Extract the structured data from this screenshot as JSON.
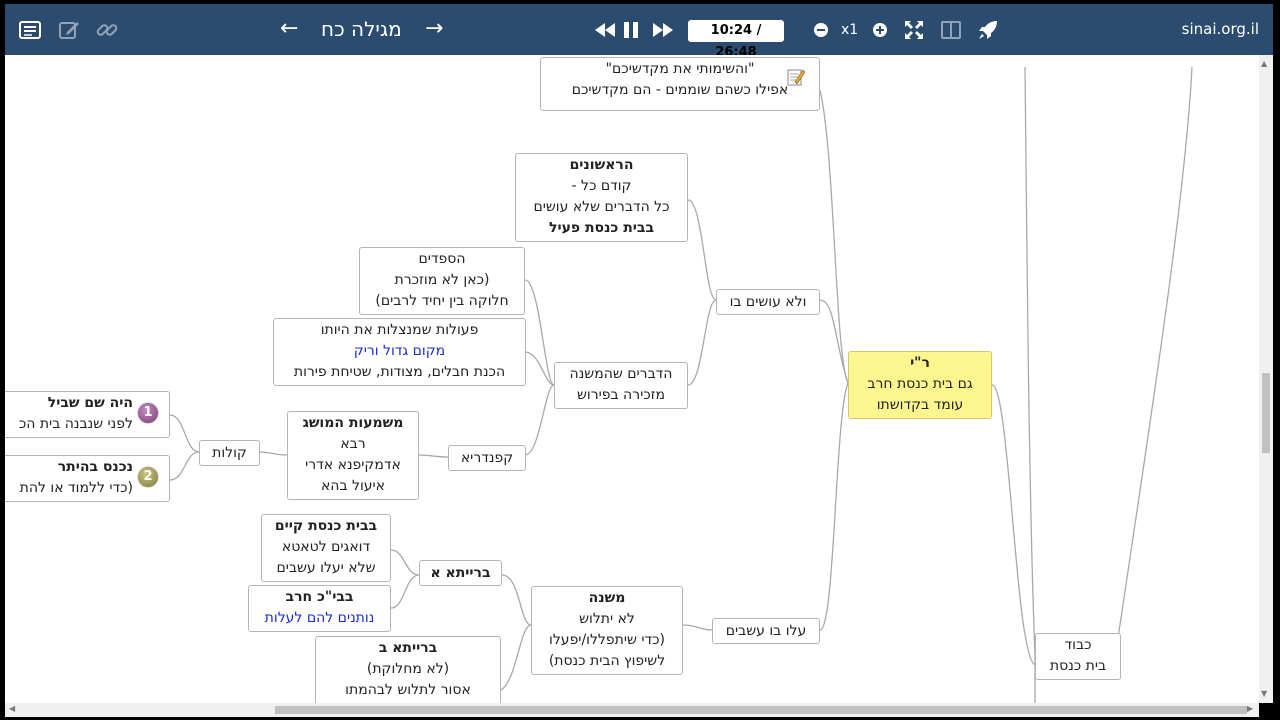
{
  "toolbar": {
    "title": "מגילה כח",
    "prev_arrow": "←",
    "next_arrow": "→",
    "time": "10:24 / 26:48",
    "speed": "x1",
    "site": "sinai.org.il"
  },
  "nodes": {
    "quote": {
      "line1": "\"והשימותי את מקדשיכם\"",
      "line2": "אפילו כשהם שוממים - הם מקדשיכם"
    },
    "rishonim": {
      "line1": "הראשונים",
      "line2": "קודם כל -",
      "line3": "כל הדברים שלא עושים",
      "line4": "בבית כנסת פעיל"
    },
    "hespedim": {
      "line1": "הספדים",
      "line2": "(כאן  לא מוזכרת",
      "line3": "חלוקה בין יחיד לרבים)"
    },
    "peulot": {
      "line1": "פעולות שמנצלות את היותו",
      "line2": "מקום גדול וריק",
      "line3": "הכנת חבלים, מצודות, שטיחת פירות"
    },
    "velo_osim": {
      "line1": "ולא עושים בו"
    },
    "hadvarim": {
      "line1": "הדברים שהמשנה",
      "line2": "מזכירה בפירוש"
    },
    "rebbi": {
      "line1": "ר\"י",
      "line2": "גם בית כנסת חרב",
      "line3": "עומד בקדושתו"
    },
    "haya_sham": {
      "line1": "היה שם שביל",
      "line2": "לפני שנבנה בית הכ"
    },
    "nichnas": {
      "line1": "נכנס בהיתר",
      "line2": "(כדי ללמוד או להת"
    },
    "kolot": {
      "line1": "קולות"
    },
    "mashmaut": {
      "line1": "משמעות המושג",
      "line2": "רבא",
      "line3": "אדמקיפנא אדרי",
      "line4": "איעול בהא"
    },
    "kapandaria": {
      "line1": "קפנדריא"
    },
    "beit_kayam": {
      "line1": "בבית כנסת קיים",
      "line2": "דואגים לטאטא",
      "line3": "שלא יעלו עשבים"
    },
    "baraita_a": {
      "line1": "ברייתא א"
    },
    "bbk_charev": {
      "line1": "בבי\"כ חרב",
      "line2": "נותנים להם לעלות"
    },
    "mishna": {
      "line1": "משנה",
      "line2": "לא יתלוש",
      "line3": "(כדי שיתפללו/יפעלו",
      "line4": "לשיפוץ הבית כנסת)"
    },
    "alu_bo": {
      "line1": "עלו בו עשבים"
    },
    "baraita_b": {
      "line1": "ברייתא ב",
      "line2": "(לא מחלוקת)",
      "line3": "אסור לתלוש לבהמתו"
    },
    "kavod": {
      "line1": "כבוד",
      "line2": "בית כנסת"
    }
  },
  "badges": {
    "one": "1",
    "two": "2"
  },
  "colors": {
    "toolbar": "#2b4c6f",
    "highlight": "#fdf58e",
    "link_text": "#1a2bd3"
  }
}
